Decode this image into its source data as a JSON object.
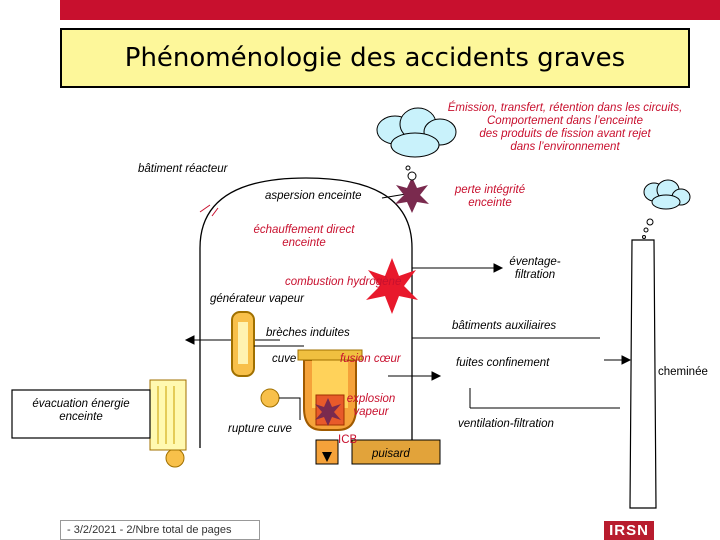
{
  "title": "Phénoménologie des accidents graves",
  "emission_lines": [
    "Émission, transfert, rétention dans les circuits,",
    "Comportement dans l’enceinte",
    "des produits de fission avant rejet",
    "dans l’environnement"
  ],
  "labels": {
    "batiment_reacteur": "bâtiment réacteur",
    "aspersion": "aspersion enceinte",
    "perte_integrite": [
      "perte intégrité",
      "enceinte"
    ],
    "echauffement": [
      "échauffement direct",
      "enceinte"
    ],
    "eventage": [
      "éventage-",
      "filtration"
    ],
    "combustion": "combustion hydrogène",
    "generateur": "générateur vapeur",
    "breches": "brèches induites",
    "batiments_aux": "bâtiments auxiliaires",
    "cuve": "cuve",
    "fusion": "fusion cœur",
    "fuites": "fuites confinement",
    "cheminee": "cheminée",
    "evacuation": [
      "évacuation énergie",
      "enceinte"
    ],
    "explosion": [
      "explosion",
      "vapeur"
    ],
    "rupture": "rupture cuve",
    "ventilation": "ventilation-filtration",
    "icb": "ICB",
    "puisard": "puisard"
  },
  "footer": "- 3/2/2021 - 2/Nbre total de pages",
  "logo": "IRSN",
  "colors": {
    "accent_red": "#c8102e",
    "title_bg": "#fdf79a",
    "cloud": "#c9f2fb",
    "core_orange": "#f5a23a",
    "puisard": "#e2a33a",
    "burst_red": "#e8192c",
    "burst_dark": "#7a2a4e"
  }
}
